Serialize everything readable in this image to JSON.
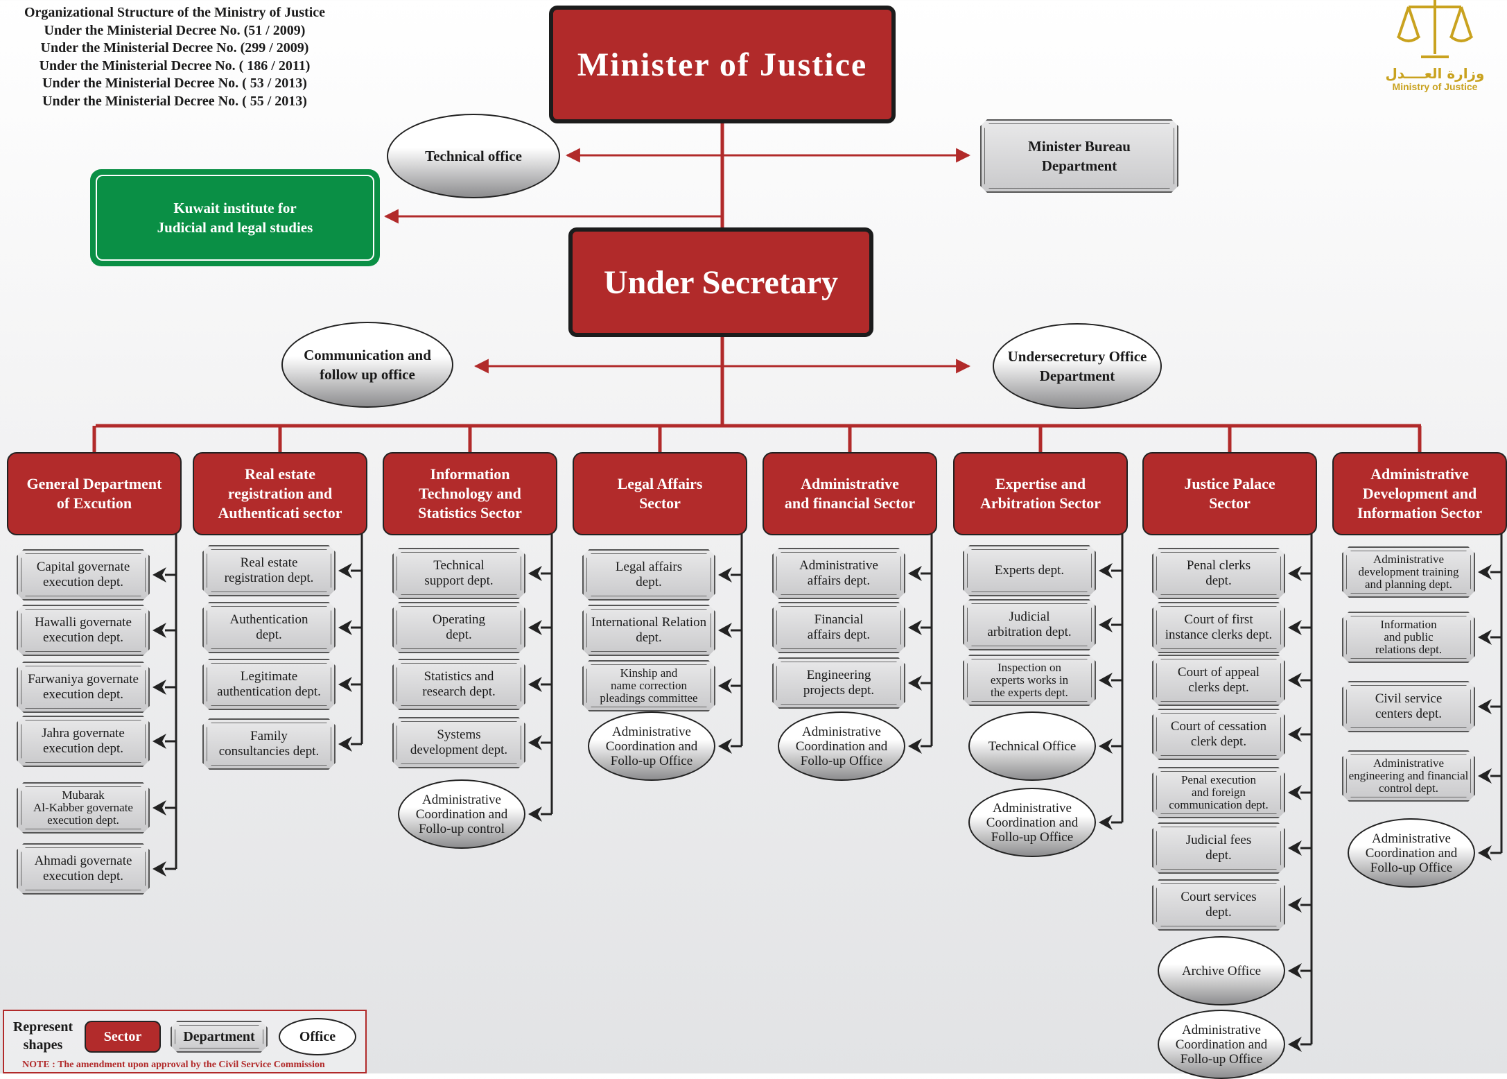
{
  "header": {
    "lines": [
      "Organizational Structure of the Ministry of Justice",
      "Under the Ministerial Decree No. (51 / 2009)",
      "Under the Ministerial Decree No. (299 / 2009)",
      "Under the Ministerial Decree No. ( 186 / 2011)",
      "Under the Ministerial Decree No. ( 53 / 2013)",
      "Under the Ministerial Decree No. ( 55 / 2013)"
    ]
  },
  "logo": {
    "arabic": "وزارة العــــدل",
    "english": "Ministry of Justice"
  },
  "top": {
    "minister": "Minister of Justice",
    "technical_office": "Technical office",
    "minister_bureau": "Minister Bureau\nDepartment",
    "kuwait_institute": "Kuwait institute for\nJudicial and legal studies",
    "under_secretary": "Under Secretary",
    "communication_office": "Communication and\nfollow up office",
    "undersecretary_office": "Undersecretury Office\nDepartment"
  },
  "sectors": [
    {
      "name": "General Department\nof Excution",
      "units": [
        {
          "type": "dept",
          "label": "Capital governate\nexecution dept."
        },
        {
          "type": "dept",
          "label": "Hawalli governate\nexecution dept."
        },
        {
          "type": "dept",
          "label": "Farwaniya governate\nexecution dept."
        },
        {
          "type": "dept",
          "label": "Jahra governate\nexecution dept."
        },
        {
          "type": "dept",
          "label": "Mubarak\nAl-Kabber governate\nexecution dept."
        },
        {
          "type": "dept",
          "label": "Ahmadi governate\nexecution dept."
        }
      ]
    },
    {
      "name": "Real estate\nregistration and\nAuthenticati sector",
      "units": [
        {
          "type": "dept",
          "label": "Real estate\nregistration dept."
        },
        {
          "type": "dept",
          "label": "Authentication\ndept."
        },
        {
          "type": "dept",
          "label": "Legitimate\nauthentication dept."
        },
        {
          "type": "dept",
          "label": "Family\nconsultancies dept."
        }
      ]
    },
    {
      "name": "Information\nTechnology and\nStatistics Sector",
      "units": [
        {
          "type": "dept",
          "label": "Technical\nsupport dept."
        },
        {
          "type": "dept",
          "label": "Operating\ndept."
        },
        {
          "type": "dept",
          "label": "Statistics and\nresearch dept."
        },
        {
          "type": "dept",
          "label": "Systems\ndevelopment dept."
        },
        {
          "type": "office",
          "label": "Administrative\nCoordination and\nFollo-up control"
        }
      ]
    },
    {
      "name": "Legal Affairs\nSector",
      "units": [
        {
          "type": "dept",
          "label": "Legal affairs\ndept."
        },
        {
          "type": "dept",
          "label": "International Relation\ndept."
        },
        {
          "type": "dept",
          "label": "Kinship and\nname correction\npleadings committee"
        },
        {
          "type": "office",
          "label": "Administrative\nCoordination and\nFollo-up Office"
        }
      ]
    },
    {
      "name": "Administrative\nand financial Sector",
      "units": [
        {
          "type": "dept",
          "label": "Administrative\naffairs dept."
        },
        {
          "type": "dept",
          "label": "Financial\naffairs dept."
        },
        {
          "type": "dept",
          "label": "Engineering\nprojects dept."
        },
        {
          "type": "office",
          "label": "Administrative\nCoordination and\nFollo-up Office"
        }
      ]
    },
    {
      "name": "Expertise and\nArbitration Sector",
      "units": [
        {
          "type": "dept",
          "label": "Experts dept."
        },
        {
          "type": "dept",
          "label": "Judicial\narbitration dept."
        },
        {
          "type": "dept",
          "label": "Inspection on\nexperts works in\nthe experts dept."
        },
        {
          "type": "office",
          "label": "Technical Office"
        },
        {
          "type": "office",
          "label": "Administrative\nCoordination and\nFollo-up Office"
        }
      ]
    },
    {
      "name": "Justice Palace\nSector",
      "units": [
        {
          "type": "dept",
          "label": "Penal clerks\ndept."
        },
        {
          "type": "dept",
          "label": "Court of first\ninstance clerks dept."
        },
        {
          "type": "dept",
          "label": "Court of appeal\nclerks dept."
        },
        {
          "type": "dept",
          "label": "Court of cessation\nclerk dept."
        },
        {
          "type": "dept",
          "label": "Penal execution\nand foreign\ncommunication dept."
        },
        {
          "type": "dept",
          "label": "Judicial fees\ndept."
        },
        {
          "type": "dept",
          "label": "Court services\ndept."
        },
        {
          "type": "office",
          "label": "Archive Office"
        },
        {
          "type": "office",
          "label": "Administrative\nCoordination and\nFollo-up Office"
        }
      ]
    },
    {
      "name": "Administrative\nDevelopment and\nInformation Sector",
      "units": [
        {
          "type": "dept",
          "label": "Administrative\ndevelopment training\nand planning dept."
        },
        {
          "type": "dept",
          "label": "Information\nand public\nrelations dept."
        },
        {
          "type": "dept",
          "label": "Civil service\ncenters dept."
        },
        {
          "type": "dept",
          "label": "Administrative\nengineering and financial\ncontrol dept."
        },
        {
          "type": "office",
          "label": "Administrative\nCoordination and\nFollo-up Office"
        }
      ]
    }
  ],
  "legend": {
    "title": "Represent\nshapes",
    "sector": "Sector",
    "department": "Department",
    "office": "Office",
    "note_label": "NOTE :",
    "note": "The amendment upon approval by the Civil Service Commission"
  },
  "colors": {
    "sector_red": "#b22b2b",
    "green": "#0a8f45",
    "line_red": "#b12a2a"
  }
}
